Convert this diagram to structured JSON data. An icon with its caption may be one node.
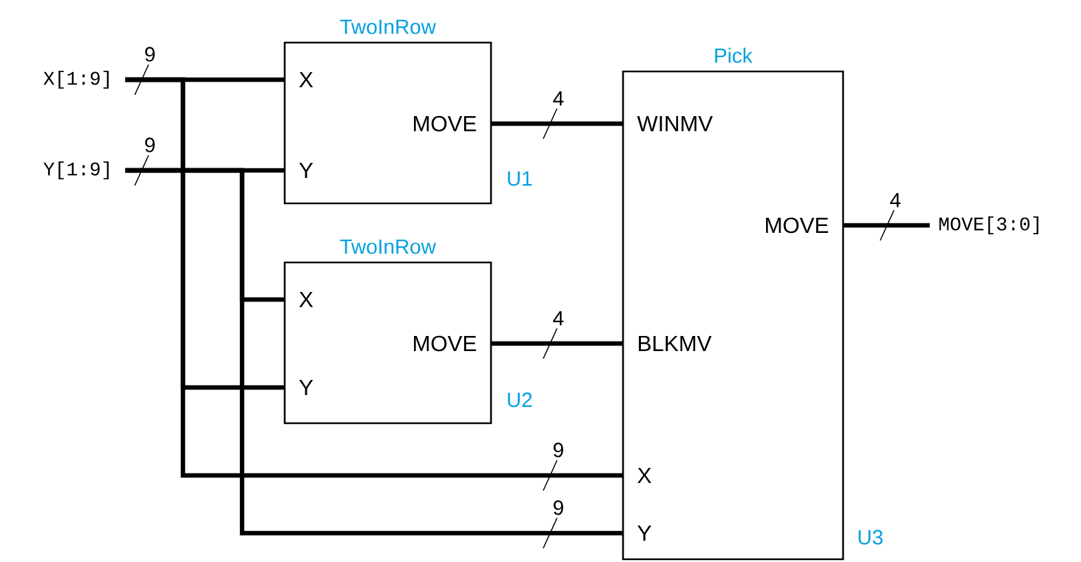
{
  "diagram": {
    "nodes": [
      {
        "text": [
          "X[1:9]"
        ]
      },
      {
        "text": [
          "Y[1:9]"
        ]
      },
      {
        "text": [
          "TwoInRow",
          "X",
          "Y",
          "MOVE"
        ],
        "beside": [
          "U1"
        ]
      },
      {
        "text": [
          "TwoInRow",
          "X",
          "Y",
          "MOVE"
        ],
        "beside": [
          "U2"
        ]
      },
      {
        "text": [
          "Pick",
          "WINMV",
          "BLKMV",
          "X",
          "Y",
          "MOVE"
        ],
        "beside": [
          "U3"
        ]
      },
      {
        "text": [
          "MOVE[3:0]"
        ]
      }
    ],
    "edges": [
      {
        "from": 0,
        "to": 2,
        "arrow": "none",
        "label": "9"
      },
      {
        "from": 0,
        "to": 3,
        "arrow": "none"
      },
      {
        "from": 0,
        "to": 4,
        "arrow": "none",
        "label": "9"
      },
      {
        "from": 1,
        "to": 2,
        "arrow": "none",
        "label": "9"
      },
      {
        "from": 1,
        "to": 3,
        "arrow": "none"
      },
      {
        "from": 1,
        "to": 4,
        "arrow": "none",
        "label": "9"
      },
      {
        "from": 2,
        "to": 4,
        "arrow": "none",
        "label": "4"
      },
      {
        "from": 3,
        "to": 4,
        "arrow": "none",
        "label": "4"
      },
      {
        "from": 4,
        "to": 5,
        "arrow": "none",
        "label": "4"
      }
    ]
  }
}
